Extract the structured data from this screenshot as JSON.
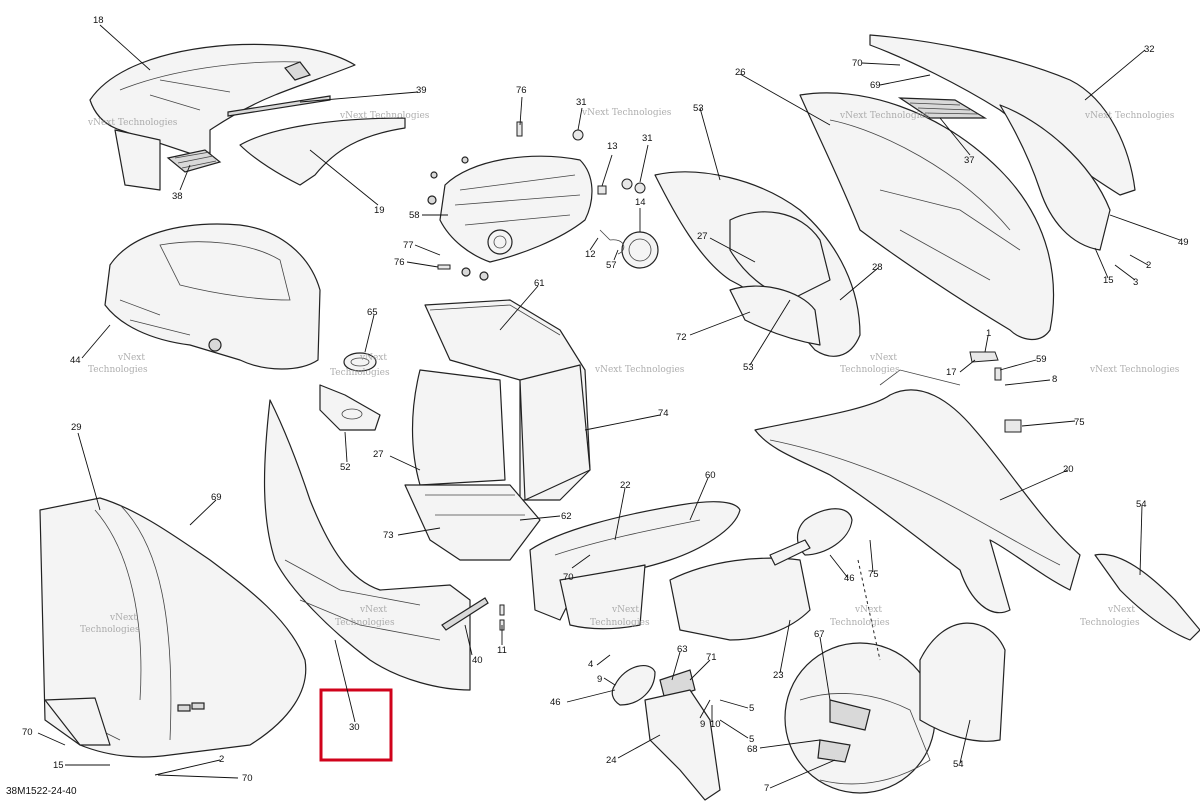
{
  "document_code": "38M1522-24-40",
  "watermark_lines": [
    "vNext",
    "Technologies"
  ],
  "watermark_text": "vNext Technologies",
  "highlight_color": "#d0021b",
  "callouts": {
    "c18": "18",
    "c39": "39",
    "c19": "19",
    "c38": "38",
    "c76a": "76",
    "c31a": "31",
    "c31b": "31",
    "c13": "13",
    "c14": "14",
    "c58": "58",
    "c77": "77",
    "c76b": "76",
    "c12": "12",
    "c57": "57",
    "c53a": "53",
    "c26": "26",
    "c70a": "70",
    "c69a": "69",
    "c32": "32",
    "c37": "37",
    "c49": "49",
    "c27a": "27",
    "c28": "28",
    "c72": "72",
    "c53b": "53",
    "c2a": "2",
    "c3": "3",
    "c15a": "15",
    "c44": "44",
    "c65": "65",
    "c52": "52",
    "c61": "61",
    "c74": "74",
    "c27b": "27",
    "c73": "73",
    "c62": "62",
    "c1": "1",
    "c17": "17",
    "c59": "59",
    "c8": "8",
    "c75a": "75",
    "c20": "20",
    "c29": "29",
    "c69b": "69",
    "c70b": "70",
    "c15b": "15",
    "c2b": "2",
    "c70c": "70",
    "c30": "30",
    "c40": "40",
    "c11": "11",
    "c22": "22",
    "c60": "60",
    "c70d": "70",
    "c4": "4",
    "c9a": "9",
    "c46a": "46",
    "c63": "63",
    "c71": "71",
    "c5a": "5",
    "c9b": "9",
    "c10": "10",
    "c5b": "5",
    "c24": "24",
    "c46b": "46",
    "c75b": "75",
    "c23": "23",
    "c67": "67",
    "c68": "68",
    "c7": "7",
    "c54a": "54",
    "c54b": "54"
  }
}
